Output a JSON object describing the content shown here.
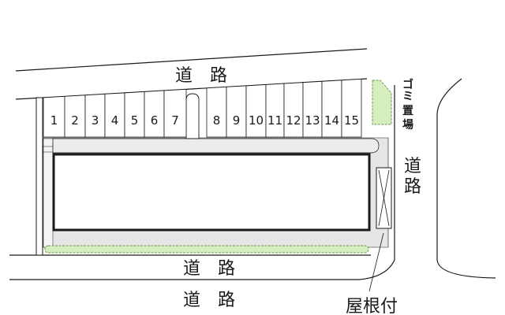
{
  "roads": {
    "top": "道　路",
    "bottom_inner": "道　路",
    "bottom_outer": "道　路",
    "right_chars": [
      "道",
      "路"
    ]
  },
  "parking_spaces": [
    "1",
    "2",
    "3",
    "4",
    "5",
    "6",
    "7",
    "8",
    "9",
    "10",
    "11",
    "12",
    "13",
    "14",
    "15"
  ],
  "garbage_area": {
    "label_chars": [
      "ゴ",
      "ミ",
      "置",
      "場"
    ]
  },
  "bike_shelter": {
    "label": "屋根付"
  },
  "colors": {
    "line": "#1a1a1a",
    "paving": "#e6e6e6",
    "green": "#d6edbf",
    "green_edge": "#6e9c55",
    "background": "#ffffff"
  }
}
